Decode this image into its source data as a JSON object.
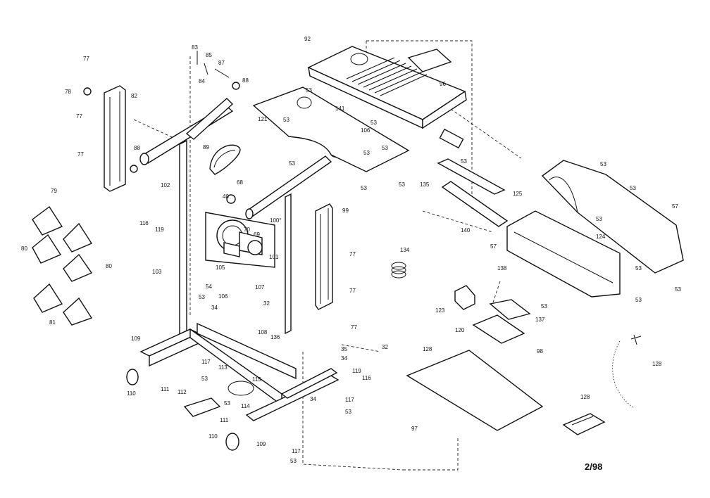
{
  "callouts": [
    {
      "id": "c77a",
      "text": "77"
    },
    {
      "id": "c78",
      "text": "78"
    },
    {
      "id": "c82",
      "text": "82"
    },
    {
      "id": "c77b",
      "text": "77"
    },
    {
      "id": "c77c",
      "text": "77"
    },
    {
      "id": "c83",
      "text": "83"
    },
    {
      "id": "c85",
      "text": "85"
    },
    {
      "id": "c84",
      "text": "84"
    },
    {
      "id": "c87",
      "text": "87"
    },
    {
      "id": "c88a",
      "text": "88"
    },
    {
      "id": "c88b",
      "text": "88"
    },
    {
      "id": "c89",
      "text": "89"
    },
    {
      "id": "c102",
      "text": "102"
    },
    {
      "id": "c79",
      "text": "79"
    },
    {
      "id": "c80a",
      "text": "80"
    },
    {
      "id": "c80b",
      "text": "80"
    },
    {
      "id": "c81",
      "text": "81"
    },
    {
      "id": "c116a",
      "text": "116"
    },
    {
      "id": "c119a",
      "text": "119"
    },
    {
      "id": "c103",
      "text": "103"
    },
    {
      "id": "c40",
      "text": "40"
    },
    {
      "id": "c68",
      "text": "68"
    },
    {
      "id": "c70",
      "text": "70"
    },
    {
      "id": "c100",
      "text": "100°"
    },
    {
      "id": "c69",
      "text": "69"
    },
    {
      "id": "c105",
      "text": "105"
    },
    {
      "id": "c101",
      "text": "101"
    },
    {
      "id": "c54",
      "text": "54"
    },
    {
      "id": "c107",
      "text": "107"
    },
    {
      "id": "c53a",
      "text": "53"
    },
    {
      "id": "c106a",
      "text": "106"
    },
    {
      "id": "c34a",
      "text": "34"
    },
    {
      "id": "c32a",
      "text": "32"
    },
    {
      "id": "c108",
      "text": "108"
    },
    {
      "id": "c136",
      "text": "136"
    },
    {
      "id": "c109a",
      "text": "109"
    },
    {
      "id": "c117a",
      "text": "117"
    },
    {
      "id": "c53b",
      "text": "53"
    },
    {
      "id": "c113",
      "text": "113"
    },
    {
      "id": "c111a",
      "text": "111"
    },
    {
      "id": "c110a",
      "text": "110"
    },
    {
      "id": "c112",
      "text": "112"
    },
    {
      "id": "c53c",
      "text": "53"
    },
    {
      "id": "c115",
      "text": "115"
    },
    {
      "id": "c114",
      "text": "114"
    },
    {
      "id": "c111b",
      "text": "111"
    },
    {
      "id": "c110b",
      "text": "110"
    },
    {
      "id": "c109b",
      "text": "109"
    },
    {
      "id": "c117b",
      "text": "117"
    },
    {
      "id": "c53d",
      "text": "53"
    },
    {
      "id": "c35",
      "text": "35"
    },
    {
      "id": "c34b",
      "text": "34"
    },
    {
      "id": "c32b",
      "text": "32"
    },
    {
      "id": "c119b",
      "text": "119"
    },
    {
      "id": "c116b",
      "text": "116"
    },
    {
      "id": "c34c",
      "text": "34"
    },
    {
      "id": "c117c",
      "text": "117"
    },
    {
      "id": "c53e",
      "text": "53"
    },
    {
      "id": "c99",
      "text": "99"
    },
    {
      "id": "c77d",
      "text": "77"
    },
    {
      "id": "c77e",
      "text": "77"
    },
    {
      "id": "c77f",
      "text": "77"
    },
    {
      "id": "c92",
      "text": "92"
    },
    {
      "id": "c96",
      "text": "96"
    },
    {
      "id": "c53f",
      "text": "53"
    },
    {
      "id": "c141",
      "text": "141"
    },
    {
      "id": "c121",
      "text": "121"
    },
    {
      "id": "c53g",
      "text": "53"
    },
    {
      "id": "c106b",
      "text": "106"
    },
    {
      "id": "c53h",
      "text": "53"
    },
    {
      "id": "c53i",
      "text": "53"
    },
    {
      "id": "c53j",
      "text": "53"
    },
    {
      "id": "c53k",
      "text": "53"
    },
    {
      "id": "c53l",
      "text": "53"
    },
    {
      "id": "c53m",
      "text": "53"
    },
    {
      "id": "c135",
      "text": "135"
    },
    {
      "id": "c140",
      "text": "140"
    },
    {
      "id": "c134",
      "text": "134"
    },
    {
      "id": "c53n",
      "text": "53"
    },
    {
      "id": "c53o",
      "text": "53"
    },
    {
      "id": "c125",
      "text": "125"
    },
    {
      "id": "c53p",
      "text": "53"
    },
    {
      "id": "c57a",
      "text": "57"
    },
    {
      "id": "c53q",
      "text": "53"
    },
    {
      "id": "c124",
      "text": "124"
    },
    {
      "id": "c57b",
      "text": "57"
    },
    {
      "id": "c53r",
      "text": "53"
    },
    {
      "id": "c53s",
      "text": "53"
    },
    {
      "id": "c53t",
      "text": "53"
    },
    {
      "id": "c53u",
      "text": "53"
    },
    {
      "id": "c138",
      "text": "138"
    },
    {
      "id": "c123",
      "text": "123"
    },
    {
      "id": "c137",
      "text": "137"
    },
    {
      "id": "c120",
      "text": "120"
    },
    {
      "id": "c128a",
      "text": "128"
    },
    {
      "id": "c98",
      "text": "98"
    },
    {
      "id": "c128b",
      "text": "128"
    },
    {
      "id": "c97",
      "text": "97"
    },
    {
      "id": "c128c",
      "text": "128"
    }
  ],
  "page_code": "2/98"
}
